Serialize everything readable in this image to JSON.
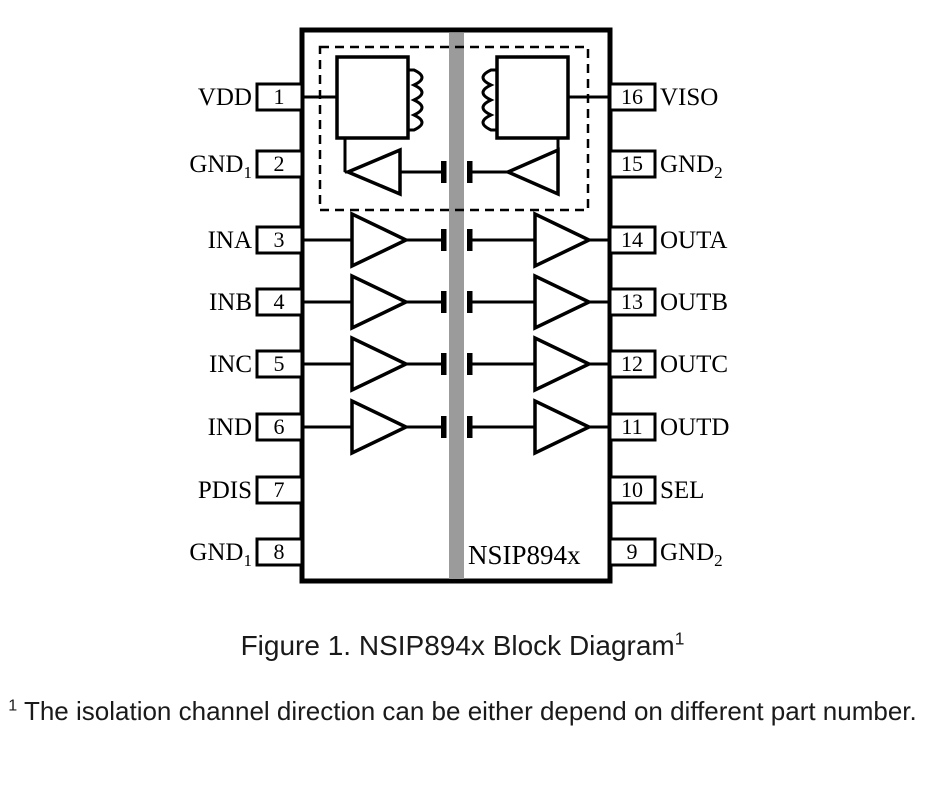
{
  "diagram": {
    "chip_label": "NSIP894x",
    "colors": {
      "barrier": "#9b9b9b",
      "line": "#000000",
      "background": "#ffffff"
    },
    "pins_left": [
      {
        "num": "1",
        "label": "VDD",
        "sub": ""
      },
      {
        "num": "2",
        "label": "GND",
        "sub": "1"
      },
      {
        "num": "3",
        "label": "INA",
        "sub": ""
      },
      {
        "num": "4",
        "label": "INB",
        "sub": ""
      },
      {
        "num": "5",
        "label": "INC",
        "sub": ""
      },
      {
        "num": "6",
        "label": "IND",
        "sub": ""
      },
      {
        "num": "7",
        "label": "PDIS",
        "sub": ""
      },
      {
        "num": "8",
        "label": "GND",
        "sub": "1"
      }
    ],
    "pins_right": [
      {
        "num": "16",
        "label": "VISO",
        "sub": ""
      },
      {
        "num": "15",
        "label": "GND",
        "sub": "2"
      },
      {
        "num": "14",
        "label": "OUTA",
        "sub": ""
      },
      {
        "num": "13",
        "label": "OUTB",
        "sub": ""
      },
      {
        "num": "12",
        "label": "OUTC",
        "sub": ""
      },
      {
        "num": "11",
        "label": "OUTD",
        "sub": ""
      },
      {
        "num": "10",
        "label": "SEL",
        "sub": ""
      },
      {
        "num": "9",
        "label": "GND",
        "sub": "2"
      }
    ]
  },
  "caption": {
    "text": "Figure 1. NSIP894x Block Diagram",
    "sup": "1"
  },
  "footnote": {
    "sup": "1",
    "text": "The isolation channel direction can be either depend on different part number."
  }
}
